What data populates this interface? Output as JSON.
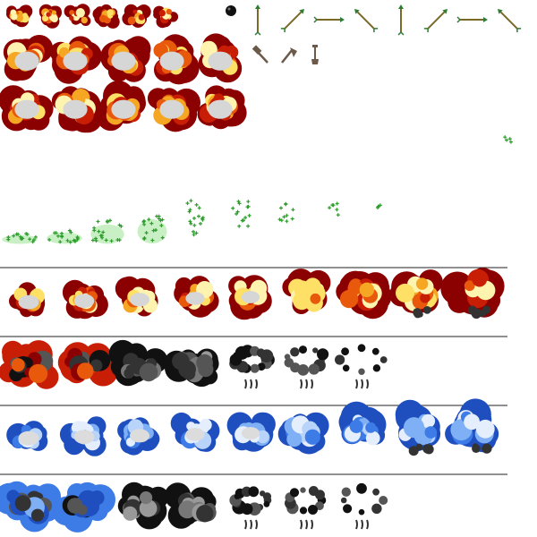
{
  "sheet": {
    "background": "#ffffff",
    "divider_color": "#222222"
  },
  "palettes": {
    "fire": [
      "#8b0000",
      "#c81e05",
      "#e8590c",
      "#f5a623",
      "#ffe066",
      "#fff3b0"
    ],
    "fire_core": "#d6d6d6",
    "blue": [
      "#1f4fbf",
      "#3d7be6",
      "#7fb0f5",
      "#b9d4fa",
      "#e4eefc"
    ],
    "smoke": [
      "#111111",
      "#333333",
      "#555555",
      "#777777",
      "#999999"
    ],
    "spark": "#2e9d2e",
    "spark_light": "#c9f0c4",
    "arrow_shaft": "#7a6a2a",
    "arrow_tip": "#2e7d32",
    "tool": "#6b5a4a",
    "bomb": "#111111"
  },
  "sprite_groups": [
    {
      "name": "small-flames",
      "frames": 6
    },
    {
      "name": "bomb",
      "frames": 1
    },
    {
      "name": "arrows",
      "frames": 8,
      "angles_deg": [
        90,
        45,
        0,
        135,
        90,
        45,
        0,
        135
      ]
    },
    {
      "name": "tools",
      "frames": 3,
      "items": [
        "hammer-icon",
        "axe-icon",
        "shovel-icon"
      ]
    },
    {
      "name": "large-flames-row-1",
      "frames": 5
    },
    {
      "name": "large-flames-row-2",
      "frames": 5
    },
    {
      "name": "green-sparkles",
      "frames": 10
    },
    {
      "name": "fire-explosion",
      "frames": 9
    },
    {
      "name": "fire-smoke-dissipation",
      "frames": 7
    },
    {
      "name": "blue-explosion",
      "frames": 9
    },
    {
      "name": "blue-smoke-dissipation",
      "frames": 7
    }
  ]
}
